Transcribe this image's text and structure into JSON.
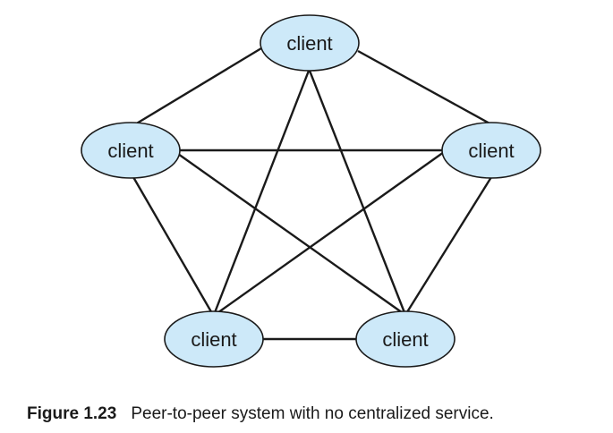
{
  "diagram": {
    "type": "peer-to-peer network",
    "nodes": [
      {
        "id": "top",
        "label": "client"
      },
      {
        "id": "left",
        "label": "client"
      },
      {
        "id": "right",
        "label": "client"
      },
      {
        "id": "bottom-left",
        "label": "client"
      },
      {
        "id": "bottom-right",
        "label": "client"
      }
    ],
    "edges": [
      [
        "top",
        "left"
      ],
      [
        "top",
        "right"
      ],
      [
        "top",
        "bottom-left"
      ],
      [
        "top",
        "bottom-right"
      ],
      [
        "left",
        "right"
      ],
      [
        "left",
        "bottom-left"
      ],
      [
        "left",
        "bottom-right"
      ],
      [
        "right",
        "bottom-left"
      ],
      [
        "right",
        "bottom-right"
      ],
      [
        "bottom-left",
        "bottom-right"
      ]
    ],
    "colors": {
      "node_fill": "#cde9f9",
      "stroke": "#1a1a1a"
    }
  },
  "caption": {
    "label": "Figure 1.23",
    "text": "Peer-to-peer system with no centralized service."
  }
}
